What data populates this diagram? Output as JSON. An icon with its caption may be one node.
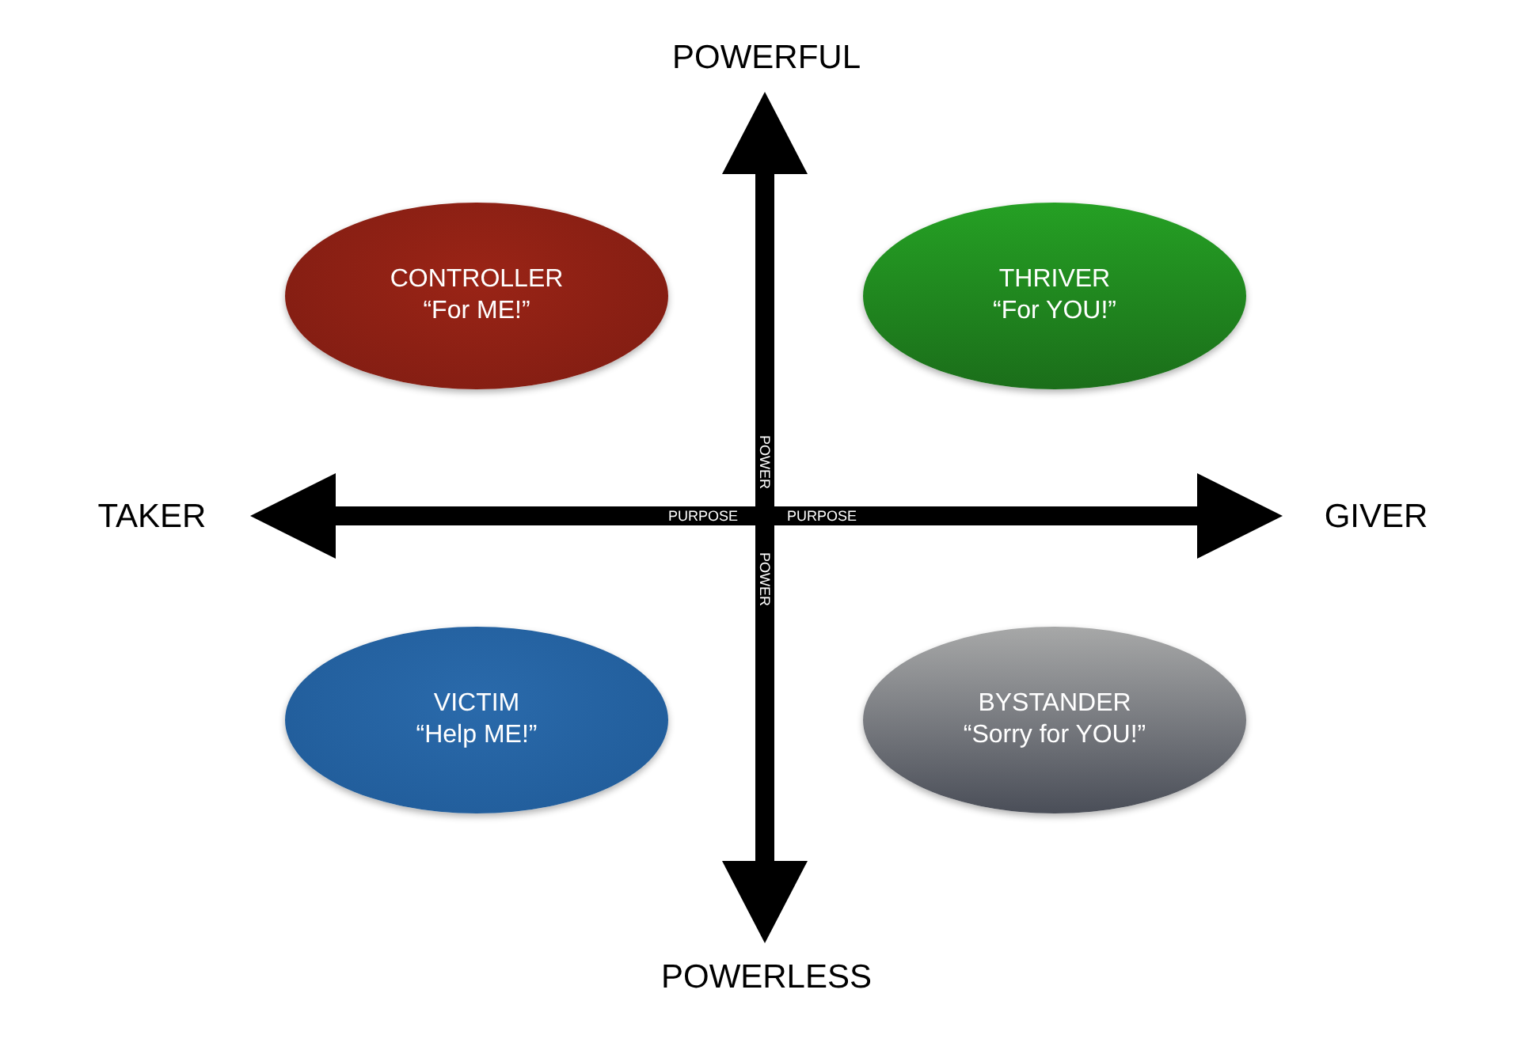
{
  "diagram": {
    "nodes": [
      {
        "text": [
          "CONTROLLER",
          "“For ME!”"
        ]
      },
      {
        "text": [
          "THRIVER",
          "“For YOU!”"
        ]
      },
      {
        "text": [
          "VICTIM",
          "“Help ME!”"
        ]
      },
      {
        "text": [
          "BYSTANDER",
          "“Sorry for YOU!”"
        ]
      }
    ],
    "labels": [
      "POWERFUL",
      "TAKER",
      "GIVER",
      "POWER",
      "PURPOSE",
      "PURPOSE",
      "POWER",
      "POWERLESS"
    ]
  }
}
